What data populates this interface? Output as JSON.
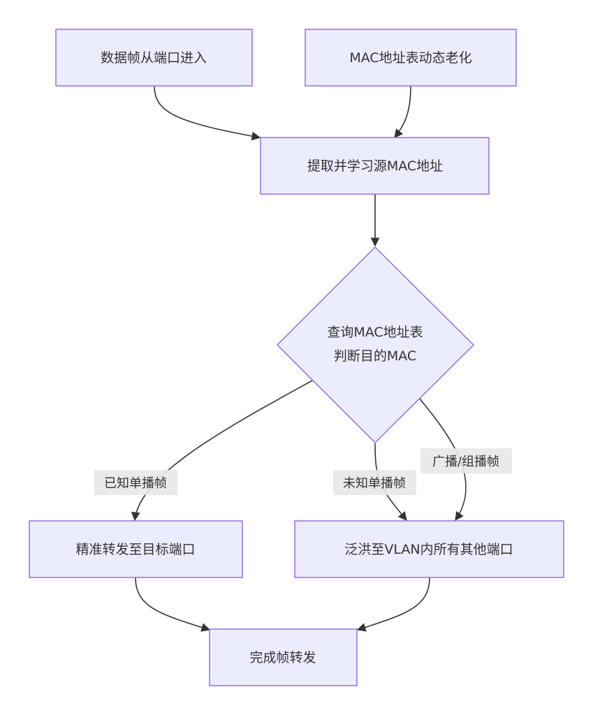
{
  "diagram": {
    "type": "flowchart",
    "direction": "top-down",
    "colors": {
      "node_fill": "#ECECFF",
      "node_stroke": "#9370DB",
      "edge": "#333333",
      "label_bg": "#e8e8e8",
      "text": "#333333"
    },
    "nodes": {
      "ingress": {
        "label": "数据帧从端口进入",
        "shape": "rect"
      },
      "aging": {
        "label": "MAC地址表动态老化",
        "shape": "rect"
      },
      "learn": {
        "label": "提取并学习源MAC地址",
        "shape": "rect"
      },
      "lookup": {
        "label_line1": "查询MAC地址表",
        "label_line2": "判断目的MAC",
        "shape": "diamond"
      },
      "forward": {
        "label": "精准转发至目标端口",
        "shape": "rect"
      },
      "flood": {
        "label": "泛洪至VLAN内所有其他端口",
        "shape": "rect"
      },
      "done": {
        "label": "完成帧转发",
        "shape": "rect"
      }
    },
    "edges": [
      {
        "from": "ingress",
        "to": "learn",
        "label": ""
      },
      {
        "from": "aging",
        "to": "learn",
        "label": ""
      },
      {
        "from": "learn",
        "to": "lookup",
        "label": ""
      },
      {
        "from": "lookup",
        "to": "forward",
        "label": "已知单播帧"
      },
      {
        "from": "lookup",
        "to": "flood",
        "label": "未知单播帧"
      },
      {
        "from": "lookup",
        "to": "flood",
        "label": "广播/组播帧"
      },
      {
        "from": "forward",
        "to": "done",
        "label": ""
      },
      {
        "from": "flood",
        "to": "done",
        "label": ""
      }
    ]
  }
}
